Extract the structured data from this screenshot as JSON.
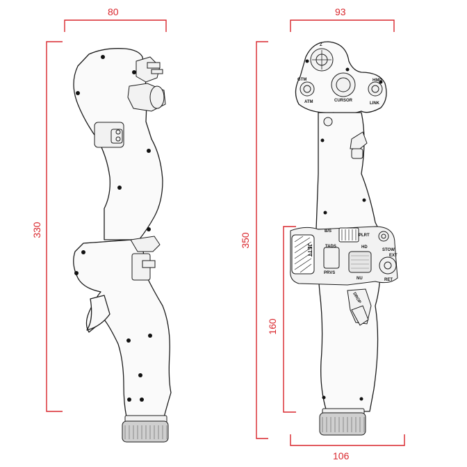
{
  "dimensions": {
    "left_width": "80",
    "left_height": "330",
    "right_top_width": "93",
    "right_height": "350",
    "right_lower_height": "160",
    "right_bottom_width": "106"
  },
  "colors": {
    "dimension": "#d9252b",
    "outline": "#1a1a1a",
    "body": "#fafafa"
  },
  "labels": {
    "upper": [
      "ATM",
      "CURSOR",
      "LINK",
      "HMD",
      "GTM",
      "Z"
    ],
    "lower": [
      "B/S",
      "PLRT",
      "TADS",
      "PRVS",
      "HD",
      "NU",
      "STOW",
      "EXT",
      "RET",
      "JETT",
      "DROP"
    ]
  }
}
